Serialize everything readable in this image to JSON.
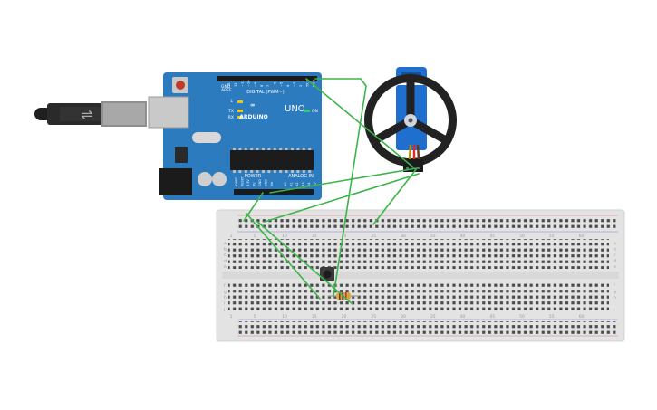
{
  "board": {
    "brand": "UNO",
    "logo_text": "ARDUINO",
    "digital_label": "DIGITAL (PWM~)",
    "power_label": "POWER",
    "analog_label": "ANALOG IN",
    "on_label": "ON",
    "l_label": "L",
    "tx_label": "TX",
    "rx_label": "RX",
    "aref_label": "AREF",
    "gnd_label": "GND",
    "digital_pins": [
      "13",
      "12",
      "~11",
      "~10",
      "~9",
      "8",
      "7",
      "~6",
      "~5",
      "4",
      "~3",
      "2",
      "TX 1",
      "RX 0"
    ],
    "power_pins": [
      "IOREF",
      "RESET",
      "3.3V",
      "5V",
      "GND",
      "GND",
      "Vin"
    ],
    "analog_pins": [
      "A0",
      "A1",
      "A2",
      "A3",
      "A4",
      "A5"
    ]
  },
  "breadboard": {
    "row_letters_top": [
      "a",
      "b",
      "c",
      "d",
      "e"
    ],
    "row_letters_bottom": [
      "f",
      "g",
      "h",
      "i",
      "j"
    ],
    "column_numbers": [
      "1",
      "5",
      "10",
      "15",
      "20",
      "25",
      "30",
      "35",
      "40",
      "45",
      "50",
      "55",
      "60"
    ]
  },
  "colors": {
    "wire": "#3bb54a",
    "board": "#2d7bbf",
    "servo_wheel": "#222222",
    "servo_body": "#1f6fcf"
  }
}
